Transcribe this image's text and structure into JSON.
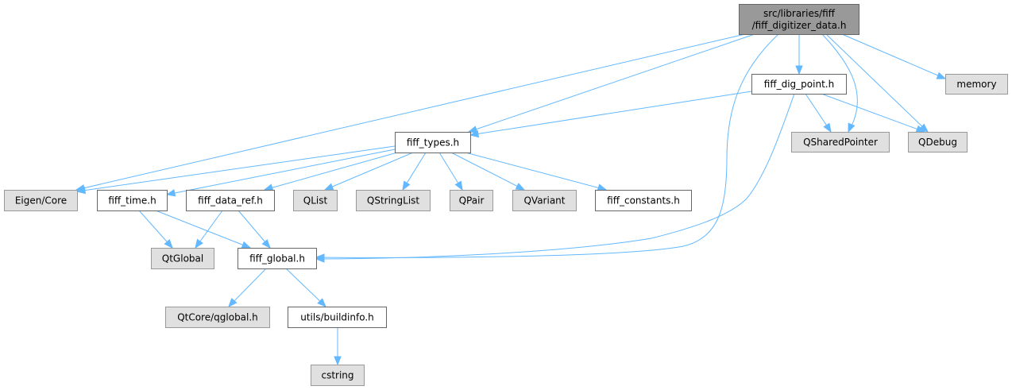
{
  "graph": {
    "kind": "include-dependency-graph",
    "colors": {
      "edge": "#63b8ff",
      "root_fill": "#999999",
      "local_fill": "#ffffff",
      "external_fill": "#e0e0e0"
    },
    "nodes": [
      {
        "id": "root",
        "label_lines": [
          "src/libraries/fiff",
          "/fiff_digitizer_data.h"
        ],
        "style": "root"
      },
      {
        "id": "fiff_dig_point",
        "label_lines": [
          "fiff_dig_point.h"
        ],
        "style": "local"
      },
      {
        "id": "memory",
        "label_lines": [
          "memory"
        ],
        "style": "external"
      },
      {
        "id": "fiff_types",
        "label_lines": [
          "fiff_types.h"
        ],
        "style": "local"
      },
      {
        "id": "qsharedpointer",
        "label_lines": [
          "QSharedPointer"
        ],
        "style": "external"
      },
      {
        "id": "qdebug",
        "label_lines": [
          "QDebug"
        ],
        "style": "external"
      },
      {
        "id": "eigen_core",
        "label_lines": [
          "Eigen/Core"
        ],
        "style": "external"
      },
      {
        "id": "fiff_time",
        "label_lines": [
          "fiff_time.h"
        ],
        "style": "local"
      },
      {
        "id": "fiff_data_ref",
        "label_lines": [
          "fiff_data_ref.h"
        ],
        "style": "local"
      },
      {
        "id": "qlist",
        "label_lines": [
          "QList"
        ],
        "style": "external"
      },
      {
        "id": "qstringlist",
        "label_lines": [
          "QStringList"
        ],
        "style": "external"
      },
      {
        "id": "qpair",
        "label_lines": [
          "QPair"
        ],
        "style": "external"
      },
      {
        "id": "qvariant",
        "label_lines": [
          "QVariant"
        ],
        "style": "external"
      },
      {
        "id": "fiff_constants",
        "label_lines": [
          "fiff_constants.h"
        ],
        "style": "local"
      },
      {
        "id": "qtglobal",
        "label_lines": [
          "QtGlobal"
        ],
        "style": "external"
      },
      {
        "id": "fiff_global",
        "label_lines": [
          "fiff_global.h"
        ],
        "style": "local"
      },
      {
        "id": "qtcore_qglobal",
        "label_lines": [
          "QtCore/qglobal.h"
        ],
        "style": "external"
      },
      {
        "id": "utils_buildinfo",
        "label_lines": [
          "utils/buildinfo.h"
        ],
        "style": "local"
      },
      {
        "id": "cstring",
        "label_lines": [
          "cstring"
        ],
        "style": "external"
      }
    ],
    "edges": [
      {
        "from": "root",
        "to": "eigen_core"
      },
      {
        "from": "root",
        "to": "fiff_types"
      },
      {
        "from": "root",
        "to": "fiff_global"
      },
      {
        "from": "root",
        "to": "fiff_dig_point"
      },
      {
        "from": "root",
        "to": "qsharedpointer"
      },
      {
        "from": "root",
        "to": "qdebug"
      },
      {
        "from": "root",
        "to": "memory"
      },
      {
        "from": "fiff_dig_point",
        "to": "fiff_types"
      },
      {
        "from": "fiff_dig_point",
        "to": "fiff_global"
      },
      {
        "from": "fiff_dig_point",
        "to": "qsharedpointer"
      },
      {
        "from": "fiff_dig_point",
        "to": "qdebug"
      },
      {
        "from": "fiff_types",
        "to": "eigen_core"
      },
      {
        "from": "fiff_types",
        "to": "fiff_time"
      },
      {
        "from": "fiff_types",
        "to": "fiff_data_ref"
      },
      {
        "from": "fiff_types",
        "to": "qlist"
      },
      {
        "from": "fiff_types",
        "to": "qstringlist"
      },
      {
        "from": "fiff_types",
        "to": "qpair"
      },
      {
        "from": "fiff_types",
        "to": "qvariant"
      },
      {
        "from": "fiff_types",
        "to": "fiff_constants"
      },
      {
        "from": "fiff_time",
        "to": "qtglobal"
      },
      {
        "from": "fiff_time",
        "to": "fiff_global"
      },
      {
        "from": "fiff_data_ref",
        "to": "qtglobal"
      },
      {
        "from": "fiff_data_ref",
        "to": "fiff_global"
      },
      {
        "from": "fiff_global",
        "to": "qtcore_qglobal"
      },
      {
        "from": "fiff_global",
        "to": "utils_buildinfo"
      },
      {
        "from": "utils_buildinfo",
        "to": "cstring"
      }
    ]
  }
}
